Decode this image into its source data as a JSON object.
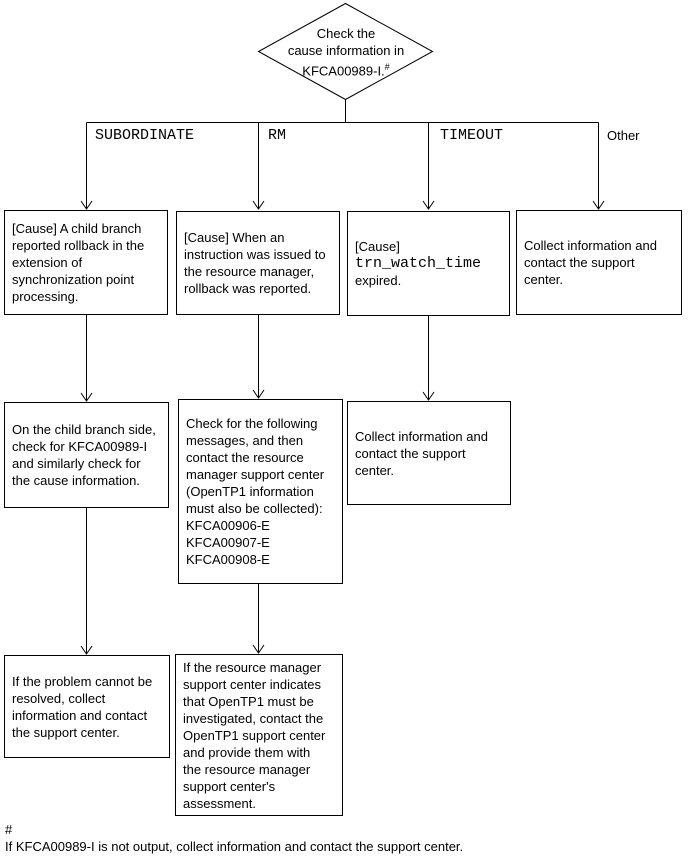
{
  "diamond": {
    "line1": "Check the",
    "line2": "cause information in",
    "line3": "KFCA00989-I.",
    "footnote_marker": "#"
  },
  "branches": {
    "subordinate": "SUBORDINATE",
    "rm": "RM",
    "timeout": "TIMEOUT",
    "other": "Other"
  },
  "row1": {
    "box1": {
      "lines": [
        "[Cause] A child branch",
        "reported rollback in the",
        "extension of",
        "synchronization point",
        "processing."
      ]
    },
    "box2": {
      "lines": [
        "[Cause] When an",
        "instruction was issued to",
        "the resource manager,",
        "rollback was reported."
      ]
    },
    "box3": {
      "line1": "[Cause]",
      "line2": "trn_watch_time",
      "line3": "expired."
    },
    "box4": {
      "lines": [
        "Collect information and",
        "contact the support",
        "center."
      ]
    }
  },
  "row2": {
    "box1": {
      "lines": [
        "On the child branch side,",
        "check for KFCA00989-I",
        "and similarly check for",
        "the cause information."
      ]
    },
    "box2": {
      "lines": [
        "Check for the following",
        "messages, and then",
        "contact the resource",
        "manager support center",
        "(OpenTP1 information",
        "must also be collected):",
        "KFCA00906-E",
        "KFCA00907-E",
        "KFCA00908-E"
      ]
    },
    "box3": {
      "lines": [
        "Collect information and",
        "contact the support",
        "center."
      ]
    }
  },
  "row3": {
    "box1": {
      "lines": [
        "If the problem cannot be",
        "resolved, collect",
        "information and contact",
        "the support center."
      ]
    },
    "box2": {
      "lines": [
        "If the resource manager",
        "support center indicates",
        "that OpenTP1 must be",
        "investigated, contact the",
        "OpenTP1 support center",
        "and provide them with",
        "the resource manager",
        "support center's",
        "assessment."
      ]
    }
  },
  "footnote": {
    "marker": "#",
    "text": "If KFCA00989-I is not output, collect information and contact the support center."
  },
  "colors": {
    "line": "#000000",
    "background": "#ffffff",
    "text": "#000000"
  }
}
